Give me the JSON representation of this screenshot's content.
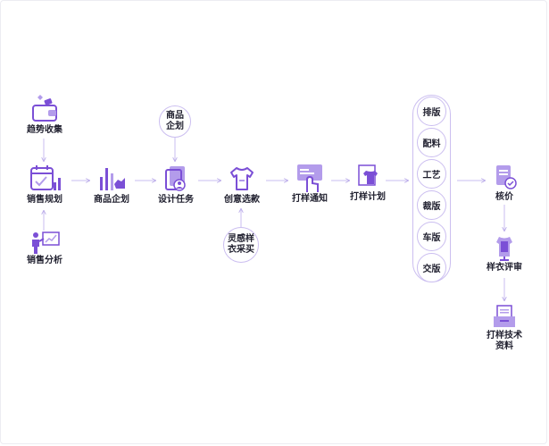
{
  "nodes": {
    "trend": "趋势收集",
    "sales_plan": "销售规划",
    "sales_analysis": "销售分析",
    "product_plan": "商品企划",
    "product_plan_top": "商品\n企划",
    "design_task": "设计任务",
    "creative_select": "创意选款",
    "inspiration": "灵感样\n衣采买",
    "sample_notice": "打样通知",
    "sample_plan": "打样计划",
    "pricing": "核价",
    "sample_review": "样衣评审",
    "sample_docs": "打样技术\n资料"
  },
  "process_steps": [
    "排版",
    "配料",
    "工艺",
    "裁版",
    "车版",
    "交版"
  ],
  "colors": {
    "accent": "#7b4fd6",
    "accent_light": "#b39ceb",
    "line": "#c4b6ec",
    "text": "#1f1f2e"
  }
}
